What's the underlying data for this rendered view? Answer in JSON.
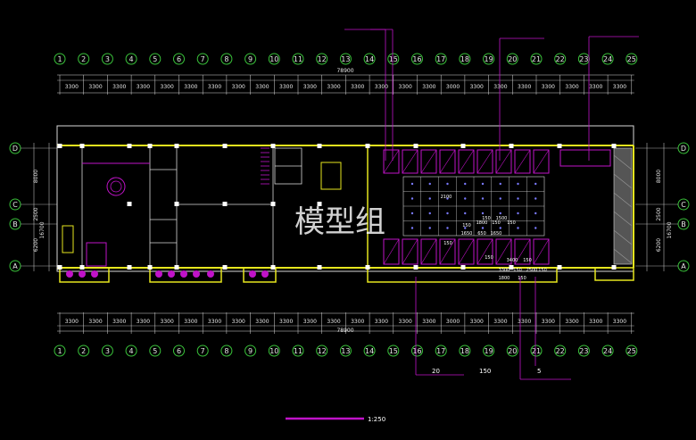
{
  "drawing": {
    "title_watermark": "模型组",
    "scale_label": "1:250",
    "total_dimension": "78900",
    "axes_x": [
      "1",
      "2",
      "3",
      "4",
      "5",
      "6",
      "7",
      "8",
      "9",
      "10",
      "11",
      "12",
      "13",
      "14",
      "15",
      "16",
      "17",
      "18",
      "19",
      "20",
      "21",
      "22",
      "23",
      "24",
      "25"
    ],
    "spans_top": [
      "3300",
      "3300",
      "3300",
      "3300",
      "3300",
      "3300",
      "3300",
      "3300",
      "3300",
      "3300",
      "3300",
      "3300",
      "3300",
      "3300",
      "3300",
      "3300",
      "3000",
      "3300",
      "3300",
      "3300",
      "3300",
      "3300",
      "3300",
      "3300"
    ],
    "spans_bottom": [
      "3300",
      "3300",
      "3300",
      "3300",
      "3300",
      "3300",
      "3300",
      "3300",
      "3300",
      "3300",
      "3300",
      "3300",
      "3300",
      "3300",
      "3300",
      "3300",
      "3000",
      "3300",
      "3300",
      "3300",
      "3300",
      "3300",
      "3300",
      "3300"
    ],
    "axes_y": [
      "D",
      "C",
      "B",
      "A"
    ],
    "spans_y": [
      "8000",
      "2500",
      "6200"
    ],
    "total_y": "16700",
    "inner_dims": [
      "2100",
      "150",
      "1500",
      "150",
      "1800",
      "150",
      "150",
      "1650",
      "650",
      "1650",
      "150",
      "150",
      "3400",
      "150",
      "3300",
      "150",
      "2500",
      "150",
      "1800",
      "150"
    ],
    "bottom_notes": [
      "20",
      "150",
      "5"
    ]
  },
  "colors": {
    "background": "#000000",
    "axis_green": "#39c23a",
    "wall_yellow": "#e6e61e",
    "furniture_magenta": "#c013c8",
    "grid_white": "#d8d8d8"
  }
}
